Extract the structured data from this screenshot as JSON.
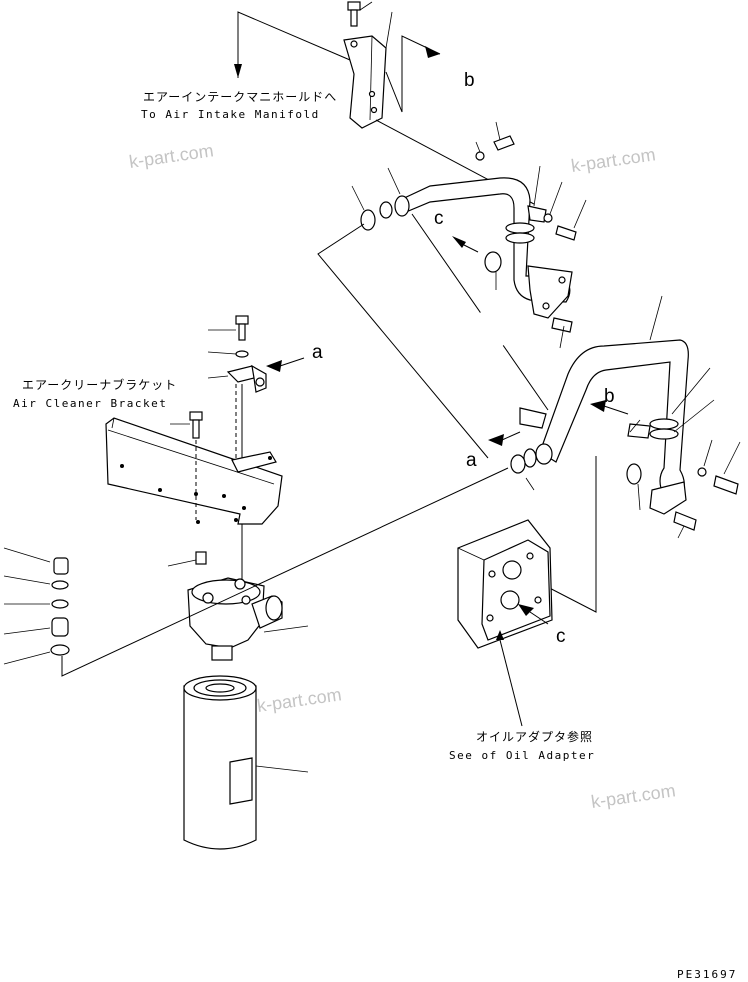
{
  "labels": {
    "intake_jp": "エアーインテークマニホールドへ",
    "intake_en": "To Air Intake Manifold",
    "bracket_jp": "エアークリーナブラケット",
    "bracket_en": "Air Cleaner Bracket",
    "adapter_jp": "オイルアダプタ参照",
    "adapter_en": "See of Oil Adapter"
  },
  "refs": {
    "a": "a",
    "b": "b",
    "c": "c"
  },
  "watermark": "k-part.com",
  "drawing_code": "PE31697"
}
